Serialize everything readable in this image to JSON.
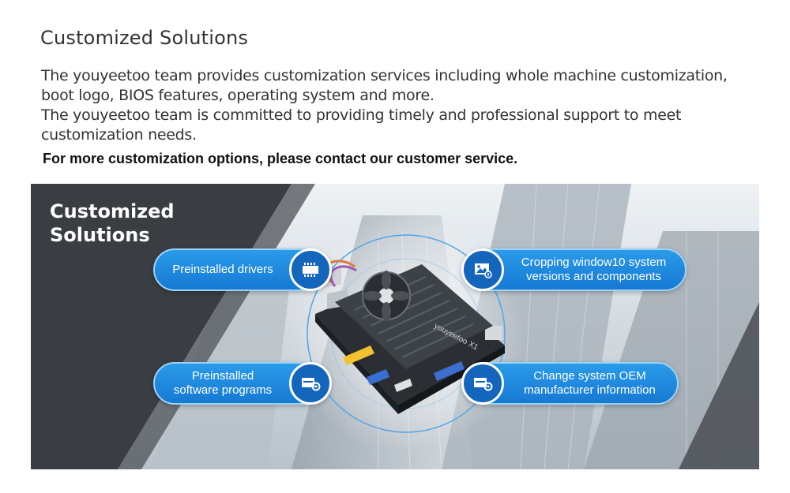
{
  "header": {
    "title": "Customized Solutions"
  },
  "intro": {
    "line1": "The youyeetoo team provides customization services including whole machine customization, boot logo, BIOS features, operating system and more.",
    "line2": "The youyeetoo team is committed to providing timely and professional support to meet customization needs."
  },
  "cta": {
    "text": "For more customization options, please contact our customer service."
  },
  "banner": {
    "title_line1": "Customized",
    "title_line2": "Solutions",
    "board_label": "youyeetoo X1",
    "features": [
      {
        "text_line1": "Preinstalled drivers",
        "text_line2": "",
        "icon": "chip-icon"
      },
      {
        "text_line1": "Cropping window10 system",
        "text_line2": "versions and components",
        "icon": "image-crop-icon"
      },
      {
        "text_line1": "Preinstalled",
        "text_line2": "software programs",
        "icon": "software-settings-icon"
      },
      {
        "text_line1": "Change system OEM",
        "text_line2": "manufacturer information",
        "icon": "oem-settings-icon"
      }
    ]
  },
  "colors": {
    "pill_blue": "#1f8be0",
    "icon_blue": "#1466bd",
    "dark_panel": "#3a3d42"
  }
}
